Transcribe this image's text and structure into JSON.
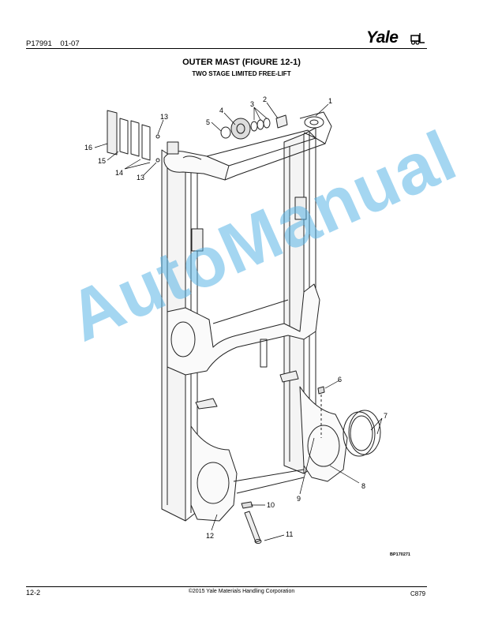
{
  "header": {
    "doc_number": "P17991",
    "doc_date": "01-07",
    "brand": "Yale"
  },
  "title": "OUTER MAST (FIGURE 12-1)",
  "subtitle": "TWO STAGE LIMITED FREE-LIFT",
  "figure": {
    "figure_id": "BP170271",
    "callouts": [
      "1",
      "2",
      "3",
      "4",
      "5",
      "6",
      "7",
      "8",
      "9",
      "10",
      "11",
      "12",
      "13",
      "13",
      "14",
      "15",
      "16"
    ]
  },
  "watermark": "AutoManual",
  "footer": {
    "page_number": "12-2",
    "copyright": "©2015 Yale Materials Handling Corporation",
    "code": "C879"
  }
}
